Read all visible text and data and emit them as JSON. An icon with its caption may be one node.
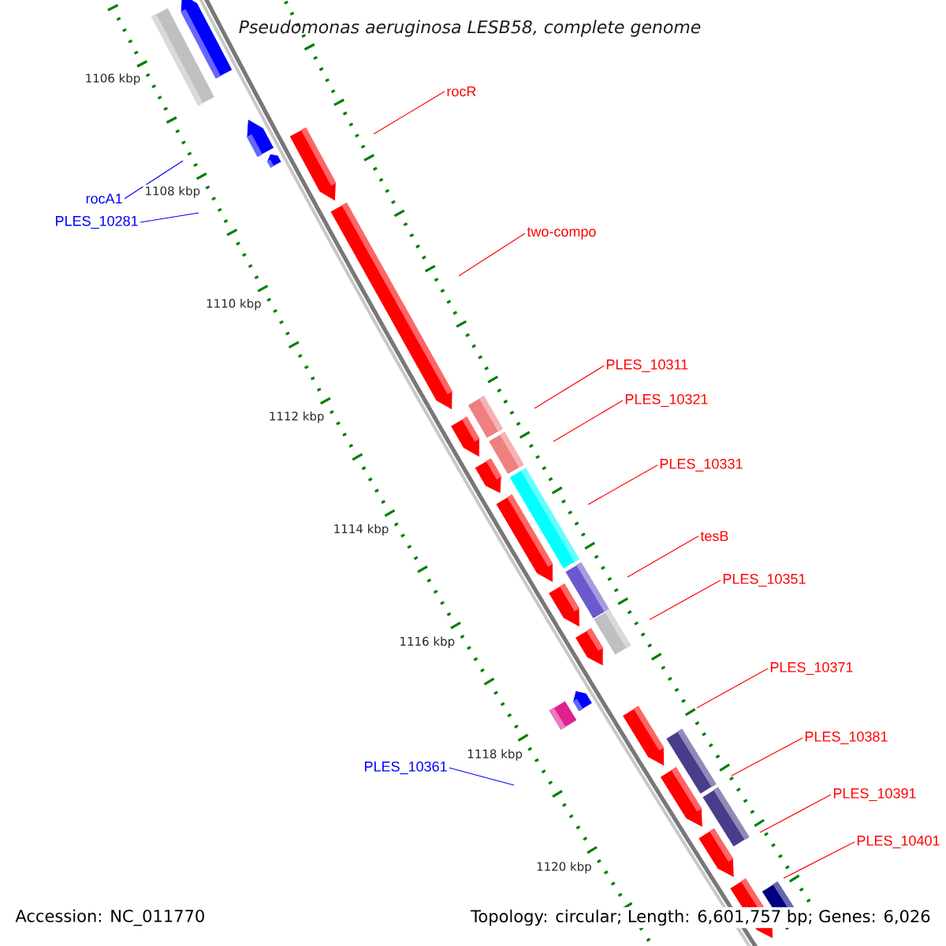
{
  "diagram": {
    "title": "Pseudomonas aeruginosa LESB58, complete genome",
    "nodes": [
      {
        "text": [
          "rocR"
        ]
      },
      {
        "text": [
          "rocA1"
        ]
      },
      {
        "text": [
          "PLES_10281"
        ]
      },
      {
        "text": [
          "two-compo"
        ]
      },
      {
        "text": [
          "PLES_10311"
        ]
      },
      {
        "text": [
          "PLES_10321"
        ]
      },
      {
        "text": [
          "PLES_10331"
        ]
      },
      {
        "text": [
          "tesB"
        ]
      },
      {
        "text": [
          "PLES_10351"
        ]
      },
      {
        "text": [
          "PLES_10371"
        ]
      },
      {
        "text": [
          "PLES_10381"
        ]
      },
      {
        "text": [
          "PLES_10361"
        ]
      },
      {
        "text": [
          "PLES_10391"
        ]
      },
      {
        "text": [
          "PLES_10401"
        ]
      }
    ],
    "edges": [
      {
        "from": 0,
        "to": null,
        "arrow": "none"
      },
      {
        "from": 1,
        "to": null,
        "arrow": "none",
        "color": "#0000ff"
      },
      {
        "from": 2,
        "to": null,
        "arrow": "none",
        "color": "#0000ff"
      },
      {
        "from": 3,
        "to": null,
        "arrow": "none"
      },
      {
        "from": 4,
        "to": null,
        "arrow": "none"
      },
      {
        "from": 5,
        "to": null,
        "arrow": "none"
      },
      {
        "from": 6,
        "to": null,
        "arrow": "none"
      },
      {
        "from": 7,
        "to": null,
        "arrow": "none"
      },
      {
        "from": 8,
        "to": null,
        "arrow": "none"
      },
      {
        "from": 9,
        "to": null,
        "arrow": "none"
      },
      {
        "from": 10,
        "to": null,
        "arrow": "none"
      },
      {
        "from": 11,
        "to": null,
        "arrow": "none",
        "color": "#0000ff"
      },
      {
        "from": 12,
        "to": null,
        "arrow": "none"
      },
      {
        "from": 13,
        "to": null,
        "arrow": "none"
      }
    ],
    "labels": [
      "1106 kbp",
      "1108 kbp",
      "1110 kbp",
      "1112 kbp",
      "1114 kbp",
      "1116 kbp",
      "1118 kbp",
      "1120 kbp",
      "Accession: NC_011770",
      "Topology: circular; Length: 6,601,757 bp; Genes: 6,026"
    ]
  }
}
